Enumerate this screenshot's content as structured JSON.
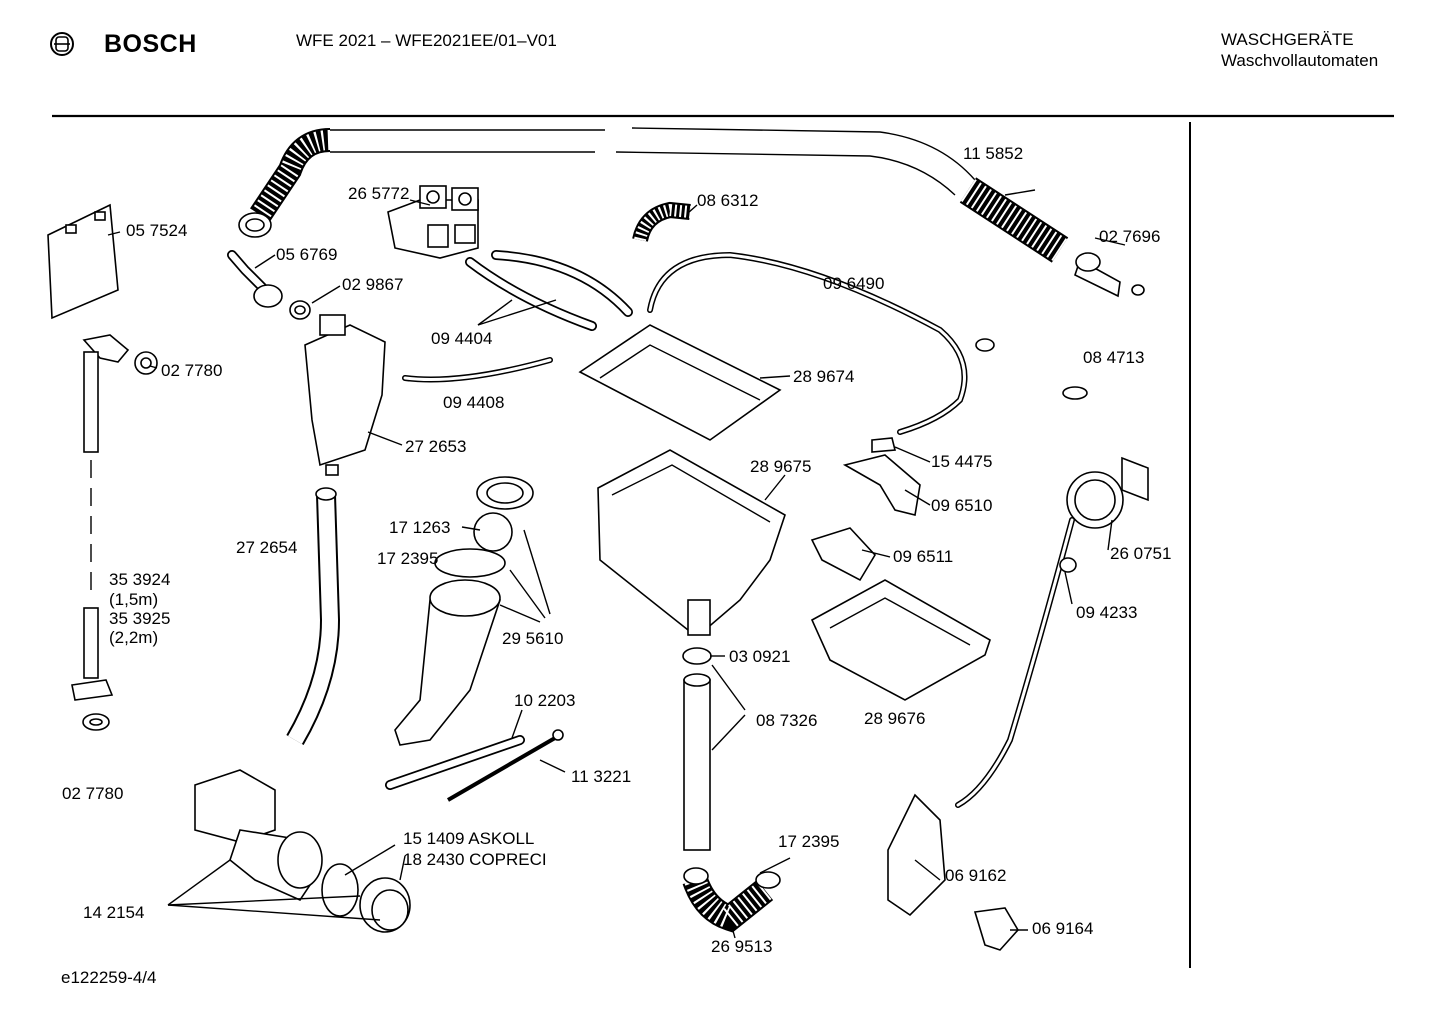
{
  "header": {
    "brand": "BOSCH",
    "model": "WFE 2021 – WFE2021EE/01–V01",
    "category": "WASCHGERÄTE",
    "subcategory": "Waschvollautomaten"
  },
  "footer": {
    "doc_id": "e122259-4/4"
  },
  "parts": [
    {
      "id": "p115852",
      "text": "11 5852"
    },
    {
      "id": "p265772",
      "text": "26 5772"
    },
    {
      "id": "p086312",
      "text": "08 6312"
    },
    {
      "id": "p057524",
      "text": "05 7524"
    },
    {
      "id": "p056769",
      "text": "05 6769"
    },
    {
      "id": "p027696",
      "text": "02 7696"
    },
    {
      "id": "p029867",
      "text": "02 9867"
    },
    {
      "id": "p096490",
      "text": "09 6490"
    },
    {
      "id": "p094404",
      "text": "09 4404"
    },
    {
      "id": "p084713",
      "text": "08 4713"
    },
    {
      "id": "p027780a",
      "text": "02 7780"
    },
    {
      "id": "p289674",
      "text": "28 9674"
    },
    {
      "id": "p094408",
      "text": "09 4408"
    },
    {
      "id": "p272653",
      "text": "27 2653"
    },
    {
      "id": "p154475",
      "text": "15 4475"
    },
    {
      "id": "p289675",
      "text": "28 9675"
    },
    {
      "id": "p096510",
      "text": "09 6510"
    },
    {
      "id": "p171263",
      "text": "17 1263"
    },
    {
      "id": "p272654",
      "text": "27 2654"
    },
    {
      "id": "p172395a",
      "text": "17 2395"
    },
    {
      "id": "p096511",
      "text": "09 6511"
    },
    {
      "id": "p260751",
      "text": "26 0751"
    },
    {
      "id": "p353924",
      "text": "35 3924"
    },
    {
      "id": "p353924len",
      "text": "(1,5m)"
    },
    {
      "id": "p353925",
      "text": "35 3925"
    },
    {
      "id": "p353925len",
      "text": "(2,2m)"
    },
    {
      "id": "p094233",
      "text": "09 4233"
    },
    {
      "id": "p295610",
      "text": "29 5610"
    },
    {
      "id": "p030921",
      "text": "03 0921"
    },
    {
      "id": "p102203",
      "text": "10 2203"
    },
    {
      "id": "p087326",
      "text": "08 7326"
    },
    {
      "id": "p289676",
      "text": "28 9676"
    },
    {
      "id": "p113221",
      "text": "11 3221"
    },
    {
      "id": "p027780b",
      "text": "02 7780"
    },
    {
      "id": "p151409",
      "text": "15 1409  ASKOLL"
    },
    {
      "id": "p182430",
      "text": "18 2430  COPRECI"
    },
    {
      "id": "p172395b",
      "text": "17 2395"
    },
    {
      "id": "p069162",
      "text": "06 9162"
    },
    {
      "id": "p142154",
      "text": "14 2154"
    },
    {
      "id": "p269513",
      "text": "26 9513"
    },
    {
      "id": "p069164",
      "text": "06 9164"
    }
  ]
}
